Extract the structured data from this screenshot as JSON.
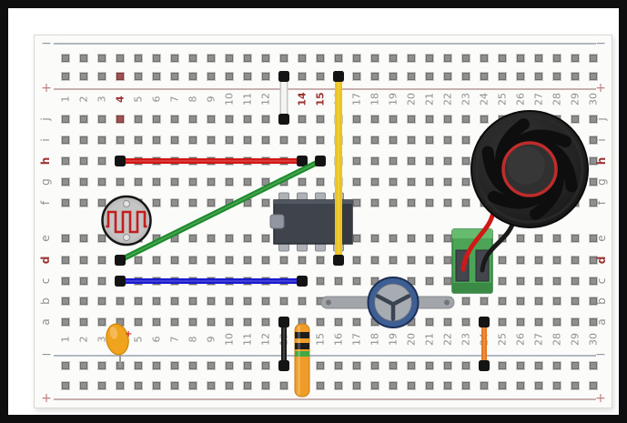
{
  "board": {
    "column_count": 30,
    "column_numbers": [
      "1",
      "2",
      "3",
      "4",
      "5",
      "6",
      "7",
      "8",
      "9",
      "10",
      "11",
      "12",
      "13",
      "14",
      "15",
      "16",
      "17",
      "18",
      "19",
      "20",
      "21",
      "22",
      "23",
      "24",
      "25",
      "26",
      "27",
      "28",
      "29",
      "30"
    ],
    "row_letters_upper_block": [
      "j",
      "i",
      "h",
      "g",
      "f"
    ],
    "row_letters_lower_block": [
      "e",
      "d",
      "c",
      "b",
      "a"
    ],
    "highlighted_column_numbers": [
      "4",
      "14",
      "15"
    ],
    "highlighted_row_letters": [
      "h",
      "d"
    ],
    "rail_labels": {
      "minus": "−",
      "plus": "+"
    },
    "highlighted_holes": [
      {
        "rail": "top-plus",
        "col": 4
      },
      {
        "row": "j",
        "col": 4
      }
    ],
    "colors": {
      "board_bg": "#fbfbf9",
      "gap_band": "#e8e8e4",
      "hole": "#8f8f8f",
      "hole_highlight": "#a05151",
      "label": "#8e8e8e",
      "label_highlight": "#9e3535",
      "rail_line_minus": "#b2b8c2",
      "rail_line_plus": "#c8b0b0"
    }
  },
  "components": [
    {
      "id": "red-jumper-wire",
      "type": "wire",
      "color": "#d21616",
      "width": 6,
      "from": {
        "row": "h",
        "col": 4
      },
      "to": {
        "row": "h",
        "col": 14
      }
    },
    {
      "id": "green-jumper-wire",
      "type": "wire",
      "color": "#1d8c2b",
      "width": 6,
      "from": {
        "row": "h",
        "col": 15
      },
      "to": {
        "row": "d",
        "col": 4
      }
    },
    {
      "id": "blue-jumper-wire",
      "type": "wire",
      "color": "#1a1ad1",
      "width": 6,
      "from": {
        "row": "c",
        "col": 4
      },
      "to": {
        "row": "c",
        "col": 14
      }
    },
    {
      "id": "photoresistor",
      "type": "ldr",
      "col": 4,
      "rows": [
        "f",
        "e"
      ],
      "body_color": "#bdbdbd",
      "trace_color": "#c41d1d"
    },
    {
      "id": "ic-chip-dip8",
      "type": "dip8",
      "cols": [
        13,
        14,
        15,
        16
      ],
      "body_color": "#3f444c",
      "pin_color": "#aeb2b7",
      "notch_color": "#9197a0"
    },
    {
      "id": "yellow-jumper-wire",
      "type": "wire",
      "color": "#eec41b",
      "width": 8,
      "from": {
        "rail": "top-plus",
        "col": 16
      },
      "to": {
        "row": "d",
        "col": 16
      }
    },
    {
      "id": "white-jumper-wire",
      "type": "wire",
      "color": "#f3f3f1",
      "outline": "#c6c6c4",
      "width": 6,
      "from": {
        "rail": "top-plus",
        "col": 13
      },
      "to": {
        "row": "j",
        "col": 13
      }
    },
    {
      "id": "trimmer-potentiometer",
      "type": "trimpot",
      "col": 19,
      "row": "b",
      "ring_color": "#3e5f94",
      "dial_color": "#a7abb2",
      "leg_color": "#a2a6aa"
    },
    {
      "id": "resistor",
      "type": "resistor",
      "col": 14,
      "body_color": "#f09c28",
      "bands": [
        "#1c1c1c",
        "#1c1c1c",
        "#41a844"
      ]
    },
    {
      "id": "ceramic-capacitor",
      "type": "capacitor",
      "col": 4,
      "body_color": "#f0a31d",
      "polarity_mark": "+",
      "polarity_color": "#cf3434"
    },
    {
      "id": "black-jumper-wire",
      "type": "wire",
      "color": "#1c1c1c",
      "width": 6,
      "from": {
        "row": "a",
        "col": 13
      },
      "to": {
        "rail": "bottom-minus",
        "col": 13
      }
    },
    {
      "id": "orange-jumper-wire",
      "type": "wire",
      "color": "#e8761b",
      "width": 6,
      "from": {
        "row": "a",
        "col": 24
      },
      "to": {
        "rail": "bottom-minus",
        "col": 24
      }
    },
    {
      "id": "screw-terminal-block",
      "type": "terminal",
      "cols": [
        23,
        24
      ],
      "body_color": "#4ca556",
      "slot_color": "#43474d"
    },
    {
      "id": "speaker-red-lead",
      "type": "lead",
      "color": "#d21717"
    },
    {
      "id": "speaker-black-lead",
      "type": "lead",
      "color": "#191919"
    },
    {
      "id": "speaker",
      "type": "speaker",
      "body_color": "#222222",
      "blade_color": "#0e0e0e",
      "cap_ring_color": "#bf2c2c",
      "cap_color": "#303030"
    }
  ]
}
